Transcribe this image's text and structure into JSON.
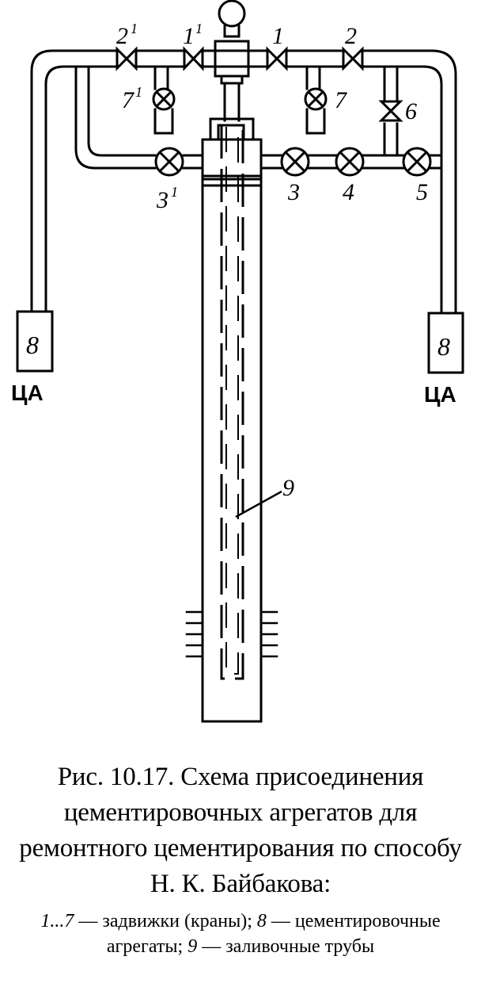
{
  "diagram": {
    "valve_labels": {
      "v2p": "2",
      "v1p": "1",
      "v1": "1",
      "v2": "2",
      "v7p": "7",
      "v7": "7",
      "v6": "6",
      "v3p": "3",
      "v3": "3",
      "v4": "4",
      "v5": "5"
    },
    "prime_mark": "1",
    "units": {
      "left_number": "8",
      "right_number": "8",
      "left_code": "ЦА",
      "right_code": "ЦА"
    },
    "pipe_label": "9"
  },
  "caption": {
    "title": "Рис. 10.17. Схема присоединения цементировочных агрегатов для ремонтного цементирования по способу Н. К. Байбакова:",
    "legend": [
      {
        "key": "1...7",
        "text": " — задвижки (краны); "
      },
      {
        "key": "8",
        "text": " — цементировочные агрегаты; "
      },
      {
        "key": "9",
        "text": " — заливочные трубы"
      }
    ]
  }
}
